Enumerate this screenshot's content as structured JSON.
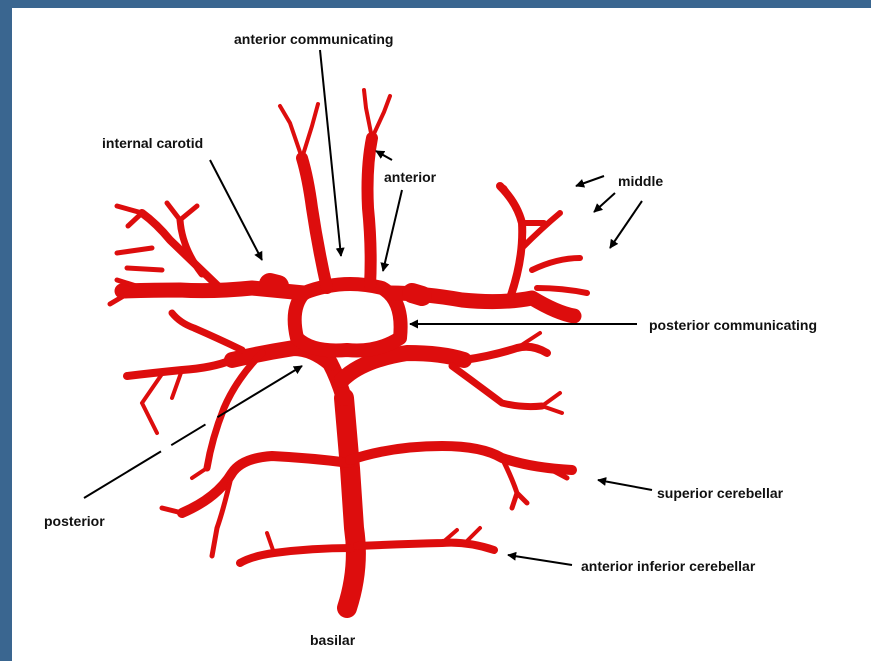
{
  "colors": {
    "background_border": "#3a6690",
    "panel": "#ffffff",
    "vessel": "#dd0d0d",
    "label": "#111111"
  },
  "labels": {
    "anterior_communicating": "anterior communicating",
    "internal_carotid": "internal carotid",
    "anterior": "anterior",
    "middle": "middle",
    "posterior_communicating": "posterior communicating",
    "posterior": "posterior",
    "superior_cerebellar": "superior cerebellar",
    "anterior_inferior_cerebellar": "anterior inferior cerebellar",
    "basilar": "basilar"
  }
}
